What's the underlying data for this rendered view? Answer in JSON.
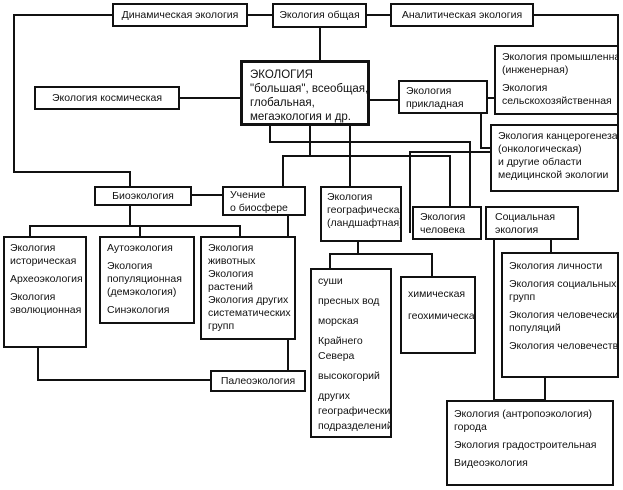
{
  "general": "Экология общая",
  "dynamic": "Динамическая экология",
  "analytic": "Аналитическая экология",
  "cosmic": "Экология космическая",
  "main": [
    "ЭКОЛОГИЯ",
    "\"большая\", всеобщая,",
    "глобальная,",
    "мегаэкология и др."
  ],
  "applied": [
    "Экология",
    "прикладная"
  ],
  "industrial": {
    "a": [
      "Экология промышленная",
      "(инженерная)"
    ],
    "b": [
      "Экология",
      "сельскохозяйственная"
    ]
  },
  "cancer": [
    "Экология канцерогенеза",
    "(онкологическая)",
    "и другие области",
    "медицинской экологии"
  ],
  "bio": "Биоэкология",
  "biosphere": [
    "Учение",
    "о биосфере"
  ],
  "geo": [
    "Экология",
    "географическая",
    "(ландшафтная)"
  ],
  "human": [
    "Экология",
    "человека"
  ],
  "social": [
    "Социальная",
    "экология"
  ],
  "hist": {
    "a": [
      "Экология",
      "историческая"
    ],
    "b": [
      "Археоэкология"
    ],
    "c": [
      "Экология",
      "эволюционная"
    ]
  },
  "auto": {
    "a": [
      "Аутоэкология"
    ],
    "b": [
      "Экология",
      "популяционная",
      "(демэкология)"
    ],
    "c": [
      "Синэкология"
    ]
  },
  "taxa": {
    "a": [
      "Экология",
      "животных"
    ],
    "b": [
      "Экология",
      "растений"
    ],
    "c": [
      "Экология других",
      "систематических",
      "групп"
    ]
  },
  "paleo": "Палеоэкология",
  "land": [
    "суши",
    "пресных вод",
    "морская",
    "Крайнего",
    "Севера",
    "высокогорий",
    "других",
    "географических",
    "подразделений"
  ],
  "chem": [
    "химическая",
    "геохимическая"
  ],
  "socgroups": {
    "a": [
      "Экология личности"
    ],
    "b": [
      "Экология социальных",
      "групп"
    ],
    "c": [
      "Экология человеческих",
      "популяций"
    ],
    "d": [
      "Экология человечества"
    ]
  },
  "urban": {
    "a": [
      "Экология (антропоэкология)",
      "города"
    ],
    "b": [
      "Экология градостроительная"
    ],
    "c": [
      "Видеоэкология"
    ]
  }
}
